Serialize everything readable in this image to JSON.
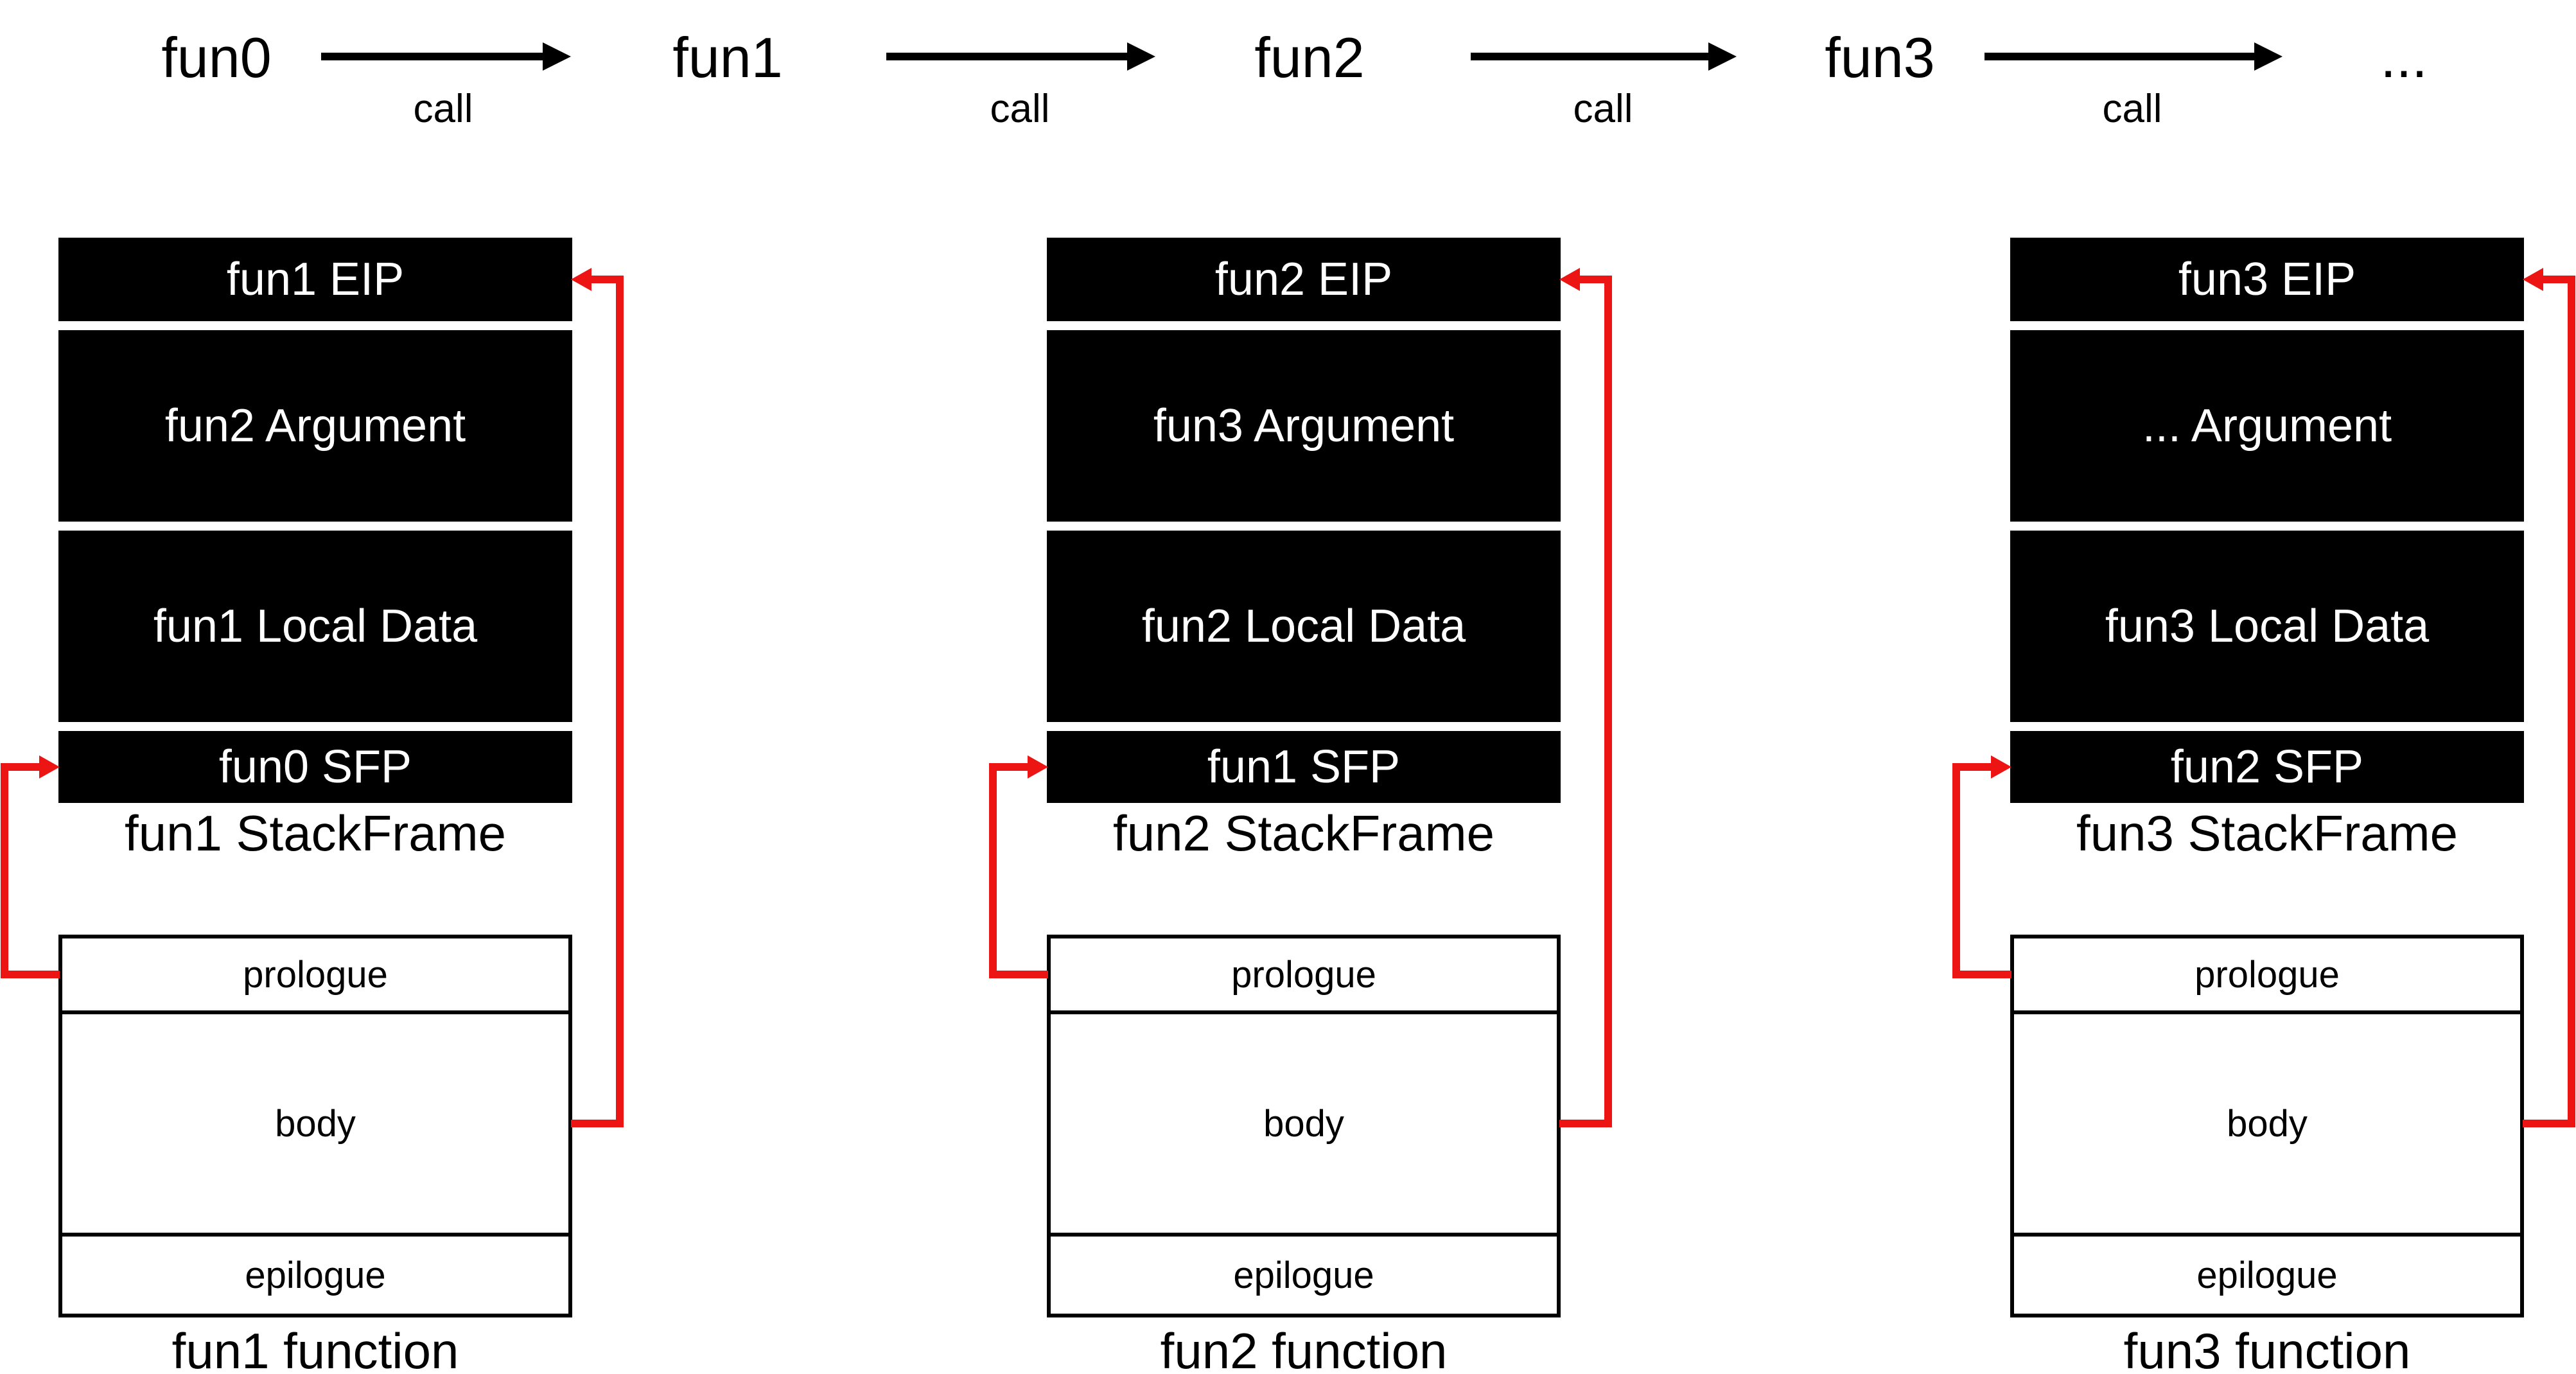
{
  "title_row": {
    "functions": [
      "fun0",
      "fun1",
      "fun2",
      "fun3",
      "..."
    ],
    "call_labels": [
      "call",
      "call",
      "call",
      "call"
    ]
  },
  "columns": [
    {
      "stack_rows": [
        "fun1 EIP",
        "fun2 Argument",
        "fun1 Local Data",
        "fun0 SFP"
      ],
      "stack_caption": "fun1 StackFrame",
      "function_rows": [
        "prologue",
        "body",
        "epilogue"
      ],
      "function_caption": "fun1 function"
    },
    {
      "stack_rows": [
        "fun2 EIP",
        "fun3 Argument",
        "fun2 Local Data",
        "fun1 SFP"
      ],
      "stack_caption": "fun2 StackFrame",
      "function_rows": [
        "prologue",
        "body",
        "epilogue"
      ],
      "function_caption": "fun2 function"
    },
    {
      "stack_rows": [
        "fun3 EIP",
        "... Argument",
        "fun3 Local Data",
        "fun2 SFP"
      ],
      "stack_caption": "fun3 StackFrame",
      "function_rows": [
        "prologue",
        "body",
        "epilogue"
      ],
      "function_caption": "fun3 function"
    }
  ],
  "colors": {
    "connector_red": "#ed1414",
    "box_black": "#000000",
    "box_text_white": "#ffffff",
    "background": "#ffffff"
  }
}
